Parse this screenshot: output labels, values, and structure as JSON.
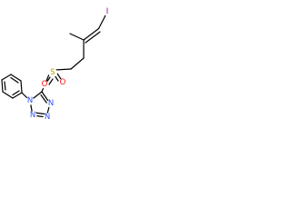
{
  "molecule": {
    "atoms": {
      "iodine": {
        "label": "I",
        "color": "#940094"
      },
      "sulfur": {
        "label": "S",
        "color": "#b8a200"
      },
      "oxygen_left": {
        "label": "O",
        "color": "#ff0d0d"
      },
      "oxygen_right": {
        "label": "O",
        "color": "#ff0d0d"
      },
      "n1": {
        "label": "N",
        "color": "#3050f8"
      },
      "n2": {
        "label": "N",
        "color": "#3050f8"
      },
      "n3": {
        "label": "N",
        "color": "#3050f8"
      },
      "n4": {
        "label": "N",
        "color": "#3050f8"
      }
    }
  }
}
